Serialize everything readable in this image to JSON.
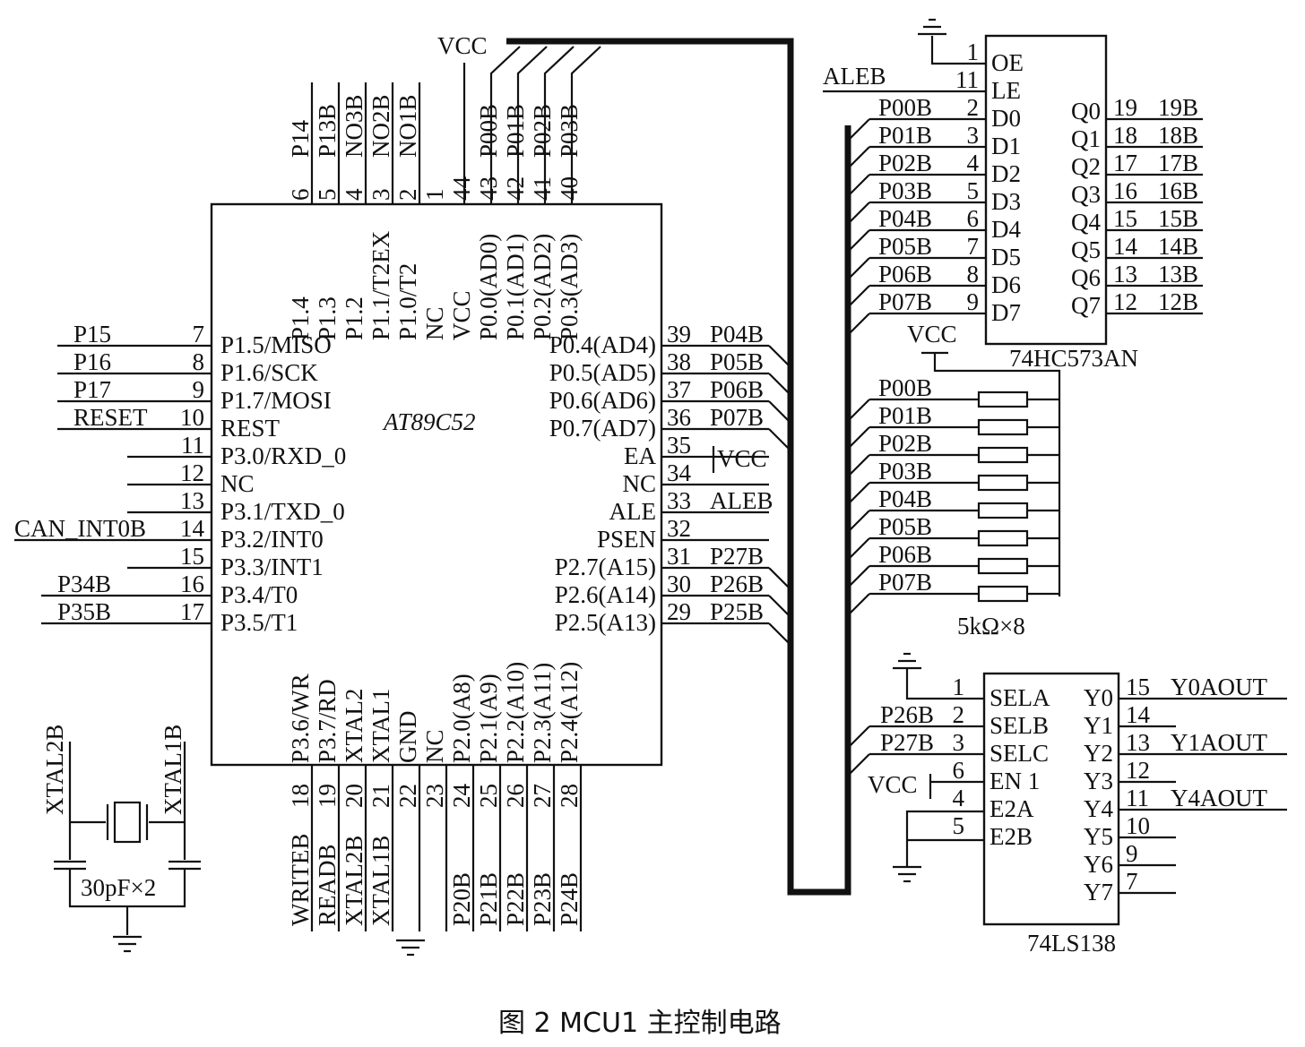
{
  "mcu": {
    "name": "AT89C52",
    "top_pins": [
      {
        "num": "6",
        "label": "P1.4",
        "net": "P14"
      },
      {
        "num": "5",
        "label": "P1.3",
        "net": "P13B"
      },
      {
        "num": "4",
        "label": "P1.2",
        "net": "NO3B"
      },
      {
        "num": "3",
        "label": "P1.1/T2EX",
        "net": "NO2B"
      },
      {
        "num": "2",
        "label": "P1.0/T2",
        "net": "NO1B"
      },
      {
        "num": "1",
        "label": "NC",
        "net": ""
      },
      {
        "num": "44",
        "label": "VCC",
        "net": "VCC"
      },
      {
        "num": "43",
        "label": "P0.0(AD0)",
        "net": "P00B"
      },
      {
        "num": "42",
        "label": "P0.1(AD1)",
        "net": "P01B"
      },
      {
        "num": "41",
        "label": "P0.2(AD2)",
        "net": "P02B"
      },
      {
        "num": "40",
        "label": "P0.3(AD3)",
        "net": "P03B"
      }
    ],
    "left_pins": [
      {
        "num": "7",
        "label": "P1.5/MISO",
        "net": "P15"
      },
      {
        "num": "8",
        "label": "P1.6/SCK",
        "net": "P16"
      },
      {
        "num": "9",
        "label": "P1.7/MOSI",
        "net": "P17"
      },
      {
        "num": "10",
        "label": "REST",
        "net": "RESET"
      },
      {
        "num": "11",
        "label": "P3.0/RXD_0",
        "net": ""
      },
      {
        "num": "12",
        "label": "NC",
        "net": ""
      },
      {
        "num": "13",
        "label": "P3.1/TXD_0",
        "net": ""
      },
      {
        "num": "14",
        "label": "P3.2/INT0",
        "net": "CAN_INT0B"
      },
      {
        "num": "15",
        "label": "P3.3/INT1",
        "net": ""
      },
      {
        "num": "16",
        "label": "P3.4/T0",
        "net": "P34B"
      },
      {
        "num": "17",
        "label": "P3.5/T1",
        "net": "P35B"
      }
    ],
    "right_pins": [
      {
        "num": "39",
        "label": "P0.4(AD4)",
        "net": "P04B"
      },
      {
        "num": "38",
        "label": "P0.5(AD5)",
        "net": "P05B"
      },
      {
        "num": "37",
        "label": "P0.6(AD6)",
        "net": "P06B"
      },
      {
        "num": "36",
        "label": "P0.7(AD7)",
        "net": "P07B"
      },
      {
        "num": "35",
        "label": "EA",
        "net": "VCC"
      },
      {
        "num": "34",
        "label": "NC",
        "net": ""
      },
      {
        "num": "33",
        "label": "ALE",
        "net": "ALEB"
      },
      {
        "num": "32",
        "label": "PSEN",
        "net": ""
      },
      {
        "num": "31",
        "label": "P2.7(A15)",
        "net": "P27B"
      },
      {
        "num": "30",
        "label": "P2.6(A14)",
        "net": "P26B"
      },
      {
        "num": "29",
        "label": "P2.5(A13)",
        "net": "P25B"
      }
    ],
    "bottom_pins": [
      {
        "num": "18",
        "label": "P3.6/WR",
        "net": "WRITEB"
      },
      {
        "num": "19",
        "label": "P3.7/RD",
        "net": "READB"
      },
      {
        "num": "20",
        "label": "XTAL2",
        "net": "XTAL2B"
      },
      {
        "num": "21",
        "label": "XTAL1",
        "net": "XTAL1B"
      },
      {
        "num": "22",
        "label": "GND",
        "net": ""
      },
      {
        "num": "23",
        "label": "NC",
        "net": ""
      },
      {
        "num": "24",
        "label": "P2.0(A8)",
        "net": "P20B"
      },
      {
        "num": "25",
        "label": "P2.1(A9)",
        "net": "P21B"
      },
      {
        "num": "26",
        "label": "P2.2(A10)",
        "net": "P22B"
      },
      {
        "num": "27",
        "label": "P2.3(A11)",
        "net": "P23B"
      },
      {
        "num": "28",
        "label": "P2.4(A12)",
        "net": "P24B"
      }
    ]
  },
  "latch": {
    "name": "74HC573AN",
    "left_pins": [
      {
        "num": "1",
        "label": "OE",
        "net": ""
      },
      {
        "num": "11",
        "label": "LE",
        "net": "ALEB"
      },
      {
        "num": "2",
        "label": "D0",
        "net": "P00B"
      },
      {
        "num": "3",
        "label": "D1",
        "net": "P01B"
      },
      {
        "num": "4",
        "label": "D2",
        "net": "P02B"
      },
      {
        "num": "5",
        "label": "D3",
        "net": "P03B"
      },
      {
        "num": "6",
        "label": "D4",
        "net": "P04B"
      },
      {
        "num": "7",
        "label": "D5",
        "net": "P05B"
      },
      {
        "num": "8",
        "label": "D6",
        "net": "P06B"
      },
      {
        "num": "9",
        "label": "D7",
        "net": "P07B"
      }
    ],
    "right_pins": [
      {
        "num": "19",
        "label": "Q0",
        "net": "19B"
      },
      {
        "num": "18",
        "label": "Q1",
        "net": "18B"
      },
      {
        "num": "17",
        "label": "Q2",
        "net": "17B"
      },
      {
        "num": "16",
        "label": "Q3",
        "net": "16B"
      },
      {
        "num": "15",
        "label": "Q4",
        "net": "15B"
      },
      {
        "num": "14",
        "label": "Q5",
        "net": "14B"
      },
      {
        "num": "13",
        "label": "Q6",
        "net": "13B"
      },
      {
        "num": "12",
        "label": "Q7",
        "net": "12B"
      }
    ]
  },
  "pullups": {
    "vcc": "VCC",
    "nets": [
      "P00B",
      "P01B",
      "P02B",
      "P03B",
      "P04B",
      "P05B",
      "P06B",
      "P07B"
    ],
    "label": "5kΩ×8"
  },
  "decoder": {
    "name": "74LS138",
    "left_pins": [
      {
        "num": "1",
        "label": "SELA",
        "net": ""
      },
      {
        "num": "2",
        "label": "SELB",
        "net": "P26B"
      },
      {
        "num": "3",
        "label": "SELC",
        "net": "P27B"
      },
      {
        "num": "6",
        "label": "EN 1",
        "net": "VCC"
      },
      {
        "num": "4",
        "label": "E2A",
        "net": ""
      },
      {
        "num": "5",
        "label": "E2B",
        "net": ""
      }
    ],
    "right_pins": [
      {
        "num": "15",
        "label": "Y0",
        "net": "Y0AOUT"
      },
      {
        "num": "14",
        "label": "Y1",
        "net": ""
      },
      {
        "num": "13",
        "label": "Y2",
        "net": "Y1AOUT"
      },
      {
        "num": "12",
        "label": "Y3",
        "net": ""
      },
      {
        "num": "11",
        "label": "Y4",
        "net": "Y4AOUT"
      },
      {
        "num": "10",
        "label": "Y5",
        "net": ""
      },
      {
        "num": "9",
        "label": "Y6",
        "net": ""
      },
      {
        "num": "7",
        "label": "Y7",
        "net": ""
      }
    ]
  },
  "crystal": {
    "left_net": "XTAL2B",
    "right_net": "XTAL1B",
    "cap_label": "30pF×2"
  },
  "caption": "图 2   MCU1 主控制电路"
}
